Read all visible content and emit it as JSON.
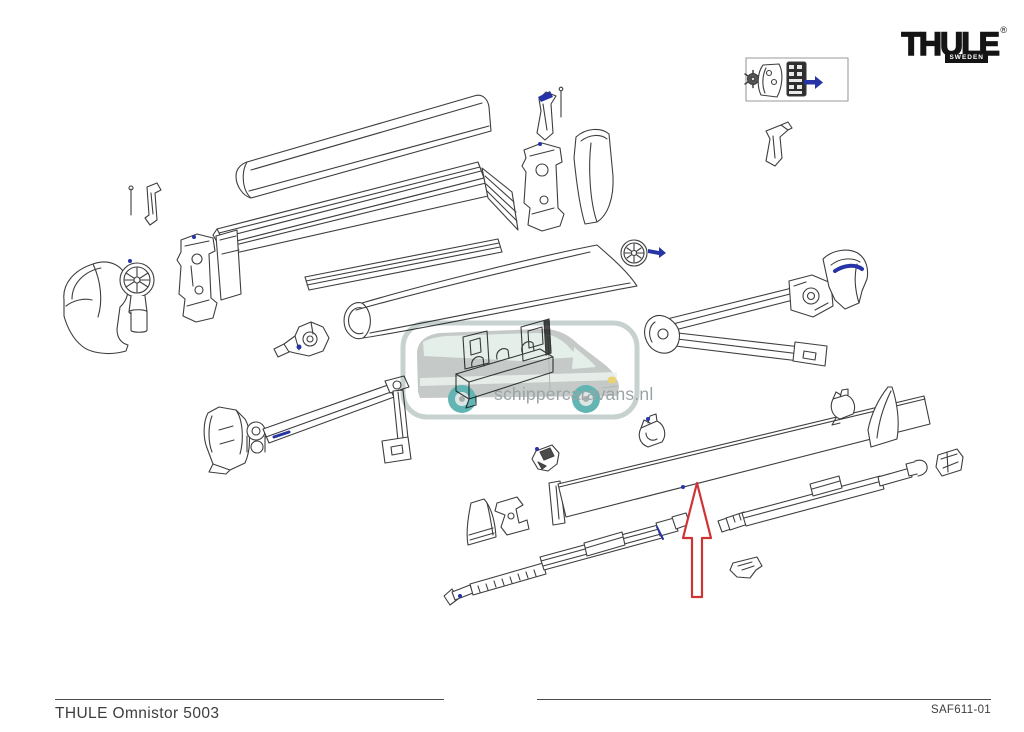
{
  "brand": {
    "name": "THULE",
    "registered": "®",
    "sub": "SWEDEN",
    "color": "#141414"
  },
  "footer": {
    "product": "THULE Omnistor 5003",
    "drawing_code": "SAF611-01",
    "color": "#3d3d3d"
  },
  "watermark": {
    "text": "schippercaravans.nl",
    "text_color": "#828d8e",
    "accent_color": "#3aa2a0",
    "body_color": "#b7bcba",
    "window_color": "#dcebe2",
    "frame_color": "#b9c6c4"
  },
  "diagram": {
    "stroke_color": "#3e3e3e",
    "accent_color": "#2734a6",
    "arrow_color": "#cf3434",
    "inset_dark": "#2e2e2e",
    "parts": [
      "top-cover-profile",
      "case-profile",
      "lead-rail-extrusion",
      "fabric-roll",
      "left-end-cap",
      "left-gear-knob",
      "left-gearbox",
      "mounting-pin",
      "small-bracket",
      "crank-joint",
      "upper-bracket",
      "upper-pin",
      "right-gearbox",
      "right-end-cap",
      "center-gear-knob",
      "right-spring-arm",
      "arm-end-cap",
      "left-spring-arm",
      "wall-mount-bracket",
      "lead-rail-panel",
      "tension-rafter-center",
      "tension-rafter-right",
      "fixing-plate",
      "corner-bracket",
      "clamp-block",
      "claw-bracket",
      "side-fin-plate",
      "end-clamp",
      "foot-bracket",
      "adapter-bracket",
      "inset-gear",
      "inset-plate",
      "inset-switch",
      "direction-arrow"
    ]
  }
}
